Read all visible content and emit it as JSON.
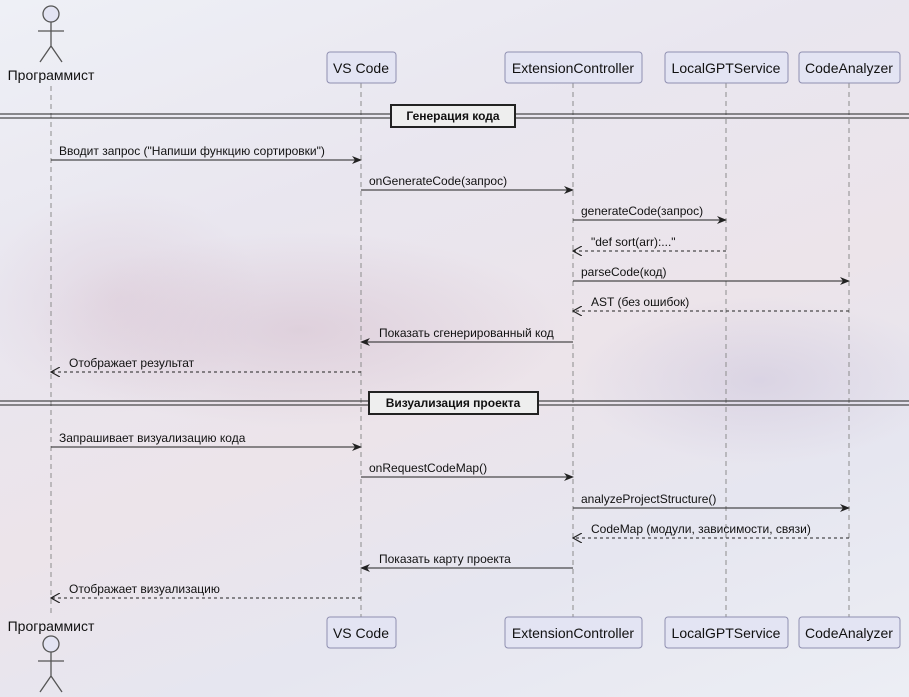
{
  "participants": [
    {
      "id": "programmer",
      "label": "Программист",
      "kind": "actor"
    },
    {
      "id": "vscode",
      "label": "VS Code",
      "kind": "box"
    },
    {
      "id": "controller",
      "label": "ExtensionController",
      "kind": "box"
    },
    {
      "id": "gpt",
      "label": "LocalGPTService",
      "kind": "box"
    },
    {
      "id": "analyzer",
      "label": "CodeAnalyzer",
      "kind": "box"
    }
  ],
  "sections": [
    {
      "title": "Генерация кода"
    },
    {
      "title": "Визуализация проекта"
    }
  ],
  "messages": [
    {
      "from": "programmer",
      "to": "vscode",
      "label": "Вводит запрос (\"Напиши функцию сортировки\")",
      "reply": false
    },
    {
      "from": "vscode",
      "to": "controller",
      "label": "onGenerateCode(запрос)",
      "reply": false
    },
    {
      "from": "controller",
      "to": "gpt",
      "label": "generateCode(запрос)",
      "reply": false
    },
    {
      "from": "gpt",
      "to": "controller",
      "label": "\"def sort(arr):...\"",
      "reply": true
    },
    {
      "from": "controller",
      "to": "analyzer",
      "label": "parseCode(код)",
      "reply": false
    },
    {
      "from": "analyzer",
      "to": "controller",
      "label": "AST (без ошибок)",
      "reply": true
    },
    {
      "from": "controller",
      "to": "vscode",
      "label": "Показать сгенерированный код",
      "reply": false
    },
    {
      "from": "vscode",
      "to": "programmer",
      "label": "Отображает результат",
      "reply": true
    },
    {
      "from": "programmer",
      "to": "vscode",
      "label": "Запрашивает визуализацию кода",
      "reply": false
    },
    {
      "from": "vscode",
      "to": "controller",
      "label": "onRequestCodeMap()",
      "reply": false
    },
    {
      "from": "controller",
      "to": "analyzer",
      "label": "analyzeProjectStructure()",
      "reply": false
    },
    {
      "from": "analyzer",
      "to": "controller",
      "label": "CodeMap (модули, зависимости, связи)",
      "reply": true
    },
    {
      "from": "controller",
      "to": "vscode",
      "label": "Показать карту проекта",
      "reply": false
    },
    {
      "from": "vscode",
      "to": "programmer",
      "label": "Отображает визуализацию",
      "reply": true
    }
  ]
}
